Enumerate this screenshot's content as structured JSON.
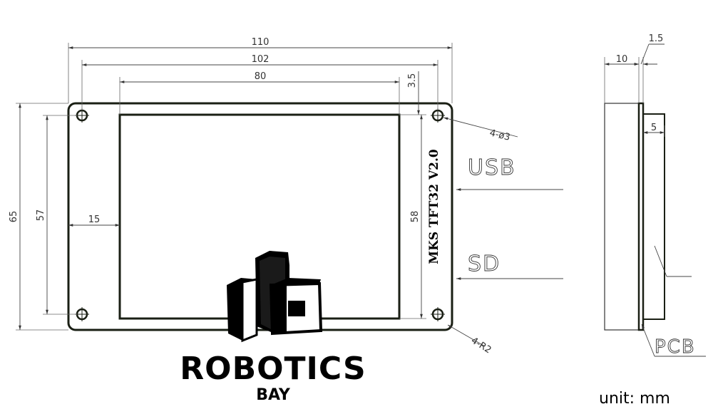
{
  "dimensions": {
    "width_overall": "110",
    "hole_spacing_h": "102",
    "screen_width": "80",
    "hole_offset": "3.5",
    "height_overall": "65",
    "hole_spacing_v": "57",
    "screen_left": "15",
    "screen_height": "58",
    "hole_callout": "4-ø3",
    "corner_callout": "4-R2",
    "depth": "10",
    "pcb_thickness": "1.5",
    "component_height": "5"
  },
  "labels": {
    "module_name": "MKS TFT32 V2.0",
    "usb": "USB",
    "sd": "SD",
    "pcb": "PCB"
  },
  "brand": {
    "name": "ROBOTICS",
    "sub": "BAY"
  },
  "unit_note": "unit: mm",
  "colors": {
    "outline": "#1a1f14",
    "dimension": "#444444",
    "logo": "#000000"
  }
}
